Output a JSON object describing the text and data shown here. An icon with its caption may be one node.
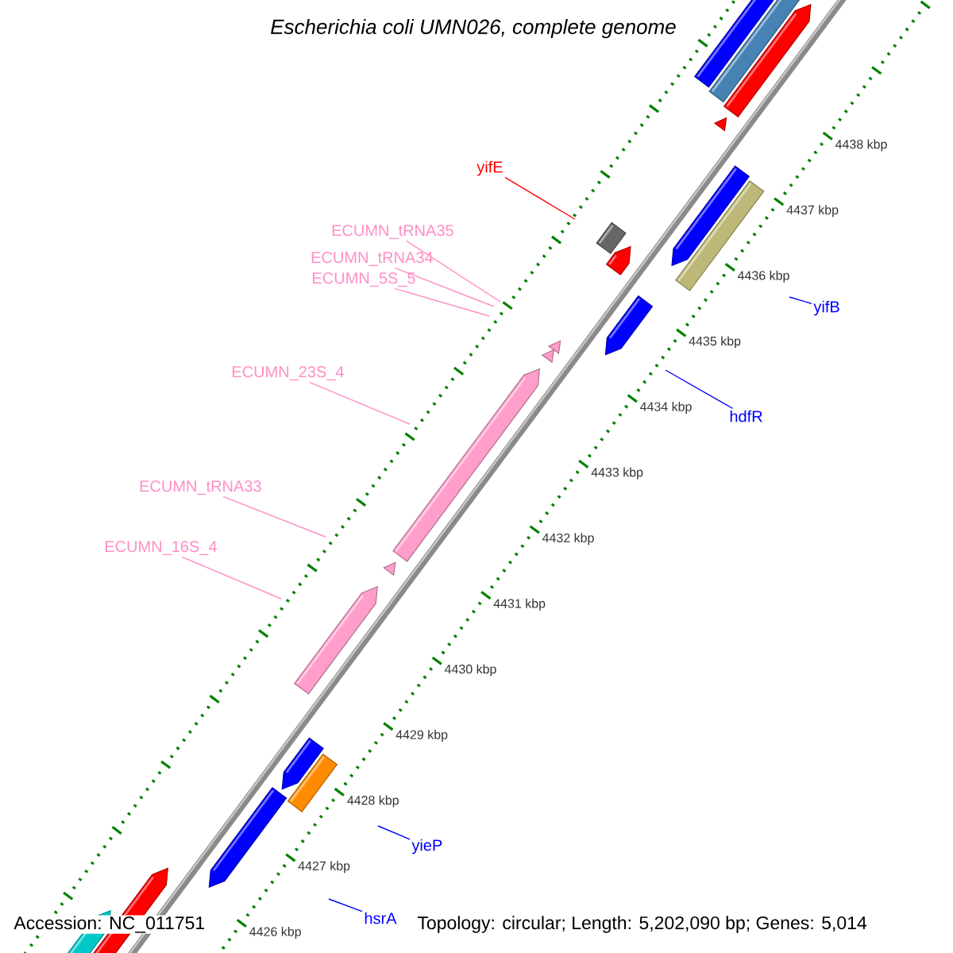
{
  "diagram": {
    "title": "Escherichia coli UMN026, complete genome",
    "nodes": [
      {
        "text": [
          "yifE"
        ]
      },
      {
        "text": [
          "ECUMN_tRNA35"
        ]
      },
      {
        "text": [
          "ECUMN_tRNA34"
        ]
      },
      {
        "text": [
          "ECUMN_5S_5"
        ]
      },
      {
        "text": [
          "yifB"
        ]
      },
      {
        "text": [
          "ECUMN_23S_4"
        ]
      },
      {
        "text": [
          "hdfR"
        ]
      },
      {
        "text": [
          "ECUMN_tRNA33"
        ]
      },
      {
        "text": [
          "ECUMN_16S_4"
        ]
      },
      {
        "text": [
          "yieP"
        ]
      },
      {
        "text": [
          "hsrA"
        ]
      }
    ],
    "edges": [
      {
        "from": 0,
        "to": null,
        "arrow": "none",
        "color": "#ff0000"
      },
      {
        "from": 1,
        "to": null,
        "arrow": "none"
      },
      {
        "from": 2,
        "to": null,
        "arrow": "none"
      },
      {
        "from": 3,
        "to": null,
        "arrow": "none"
      },
      {
        "from": 4,
        "to": null,
        "arrow": "none",
        "color": "#0000ff"
      },
      {
        "from": 5,
        "to": null,
        "arrow": "none"
      },
      {
        "from": 6,
        "to": null,
        "arrow": "none",
        "color": "#0000ff"
      },
      {
        "from": 7,
        "to": null,
        "arrow": "none"
      },
      {
        "from": 8,
        "to": null,
        "arrow": "none"
      },
      {
        "from": 9,
        "to": null,
        "arrow": "none",
        "color": "#0000ff"
      },
      {
        "from": 10,
        "to": null,
        "arrow": "none",
        "color": "#0000ff"
      }
    ],
    "labels": [
      "4438 kbp",
      "4437 kbp",
      "4436 kbp",
      "4435 kbp",
      "4434 kbp",
      "4433 kbp",
      "4432 kbp",
      "4431 kbp",
      "4430 kbp",
      "4429 kbp",
      "4428 kbp",
      "4427 kbp",
      "4426 kbp",
      "Accession: NC_011751",
      "Topology: circular; Length: 5,202,090 bp; Genes: 5,014"
    ]
  }
}
